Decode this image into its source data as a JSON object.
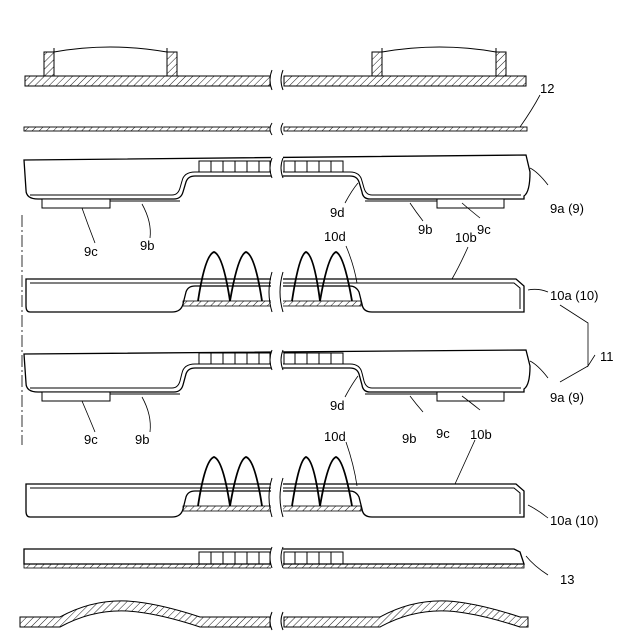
{
  "labels": {
    "l12": "12",
    "l9a_top": "9a (9)",
    "l9d_top": "9d",
    "l9b_tl": "9b",
    "l9c_tl": "9c",
    "l9b_tr": "9b",
    "l9c_tr": "9c",
    "l10d_top": "10d",
    "l10b_top": "10b",
    "l10a_top": "10a (10)",
    "l11": "11",
    "l9a_bot": "9a (9)",
    "l9d_bot": "9d",
    "l9b_bl": "9b",
    "l9c_bl": "9c",
    "l9b_br": "9b",
    "l9c_br": "9c",
    "l10d_bot": "10d",
    "l10b_bot": "10b",
    "l10a_bot": "10a (10)",
    "l13": "13"
  }
}
